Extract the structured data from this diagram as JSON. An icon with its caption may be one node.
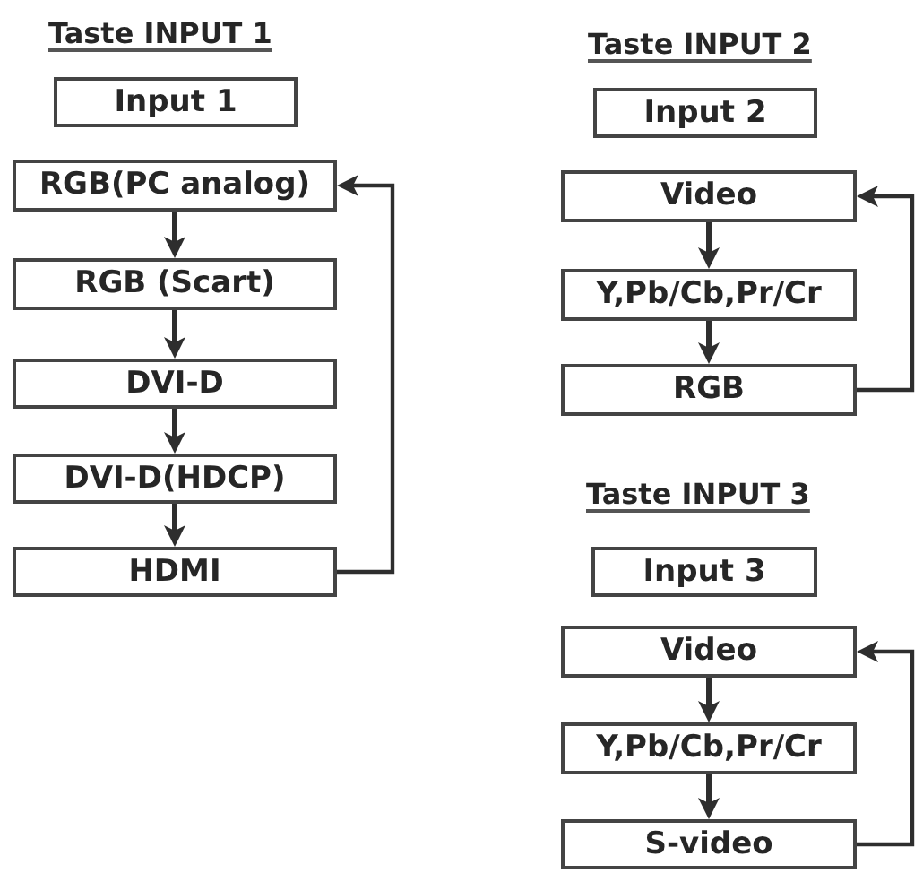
{
  "diagram": {
    "nodes": [
      {
        "text": [
          "Input 1"
        ]
      },
      {
        "text": [
          "RGB(PC analog)"
        ]
      },
      {
        "text": [
          "RGB (Scart)"
        ]
      },
      {
        "text": [
          "DVI-D"
        ]
      },
      {
        "text": [
          "DVI-D(HDCP)"
        ]
      },
      {
        "text": [
          "HDMI"
        ]
      },
      {
        "text": [
          "Input 2"
        ]
      },
      {
        "text": [
          "Video"
        ]
      },
      {
        "text": [
          "Y,Pb/Cb,Pr/Cr"
        ]
      },
      {
        "text": [
          "RGB"
        ]
      },
      {
        "text": [
          "Input 3"
        ]
      },
      {
        "text": [
          "Video"
        ]
      },
      {
        "text": [
          "Y,Pb/Cb,Pr/Cr"
        ]
      },
      {
        "text": [
          "S-video"
        ]
      }
    ],
    "edges": [
      {
        "from": 1,
        "to": 2,
        "arrow": "to"
      },
      {
        "from": 2,
        "to": 3,
        "arrow": "to"
      },
      {
        "from": 3,
        "to": 4,
        "arrow": "to"
      },
      {
        "from": 4,
        "to": 5,
        "arrow": "to"
      },
      {
        "from": 5,
        "to": 1,
        "arrow": "to"
      },
      {
        "from": 7,
        "to": 8,
        "arrow": "to"
      },
      {
        "from": 8,
        "to": 9,
        "arrow": "to"
      },
      {
        "from": 9,
        "to": 7,
        "arrow": "to"
      },
      {
        "from": 11,
        "to": 12,
        "arrow": "to"
      },
      {
        "from": 12,
        "to": 13,
        "arrow": "to"
      },
      {
        "from": 13,
        "to": 11,
        "arrow": "to"
      }
    ],
    "labels": [
      "Taste INPUT 1",
      "Taste INPUT 2",
      "Taste INPUT 3"
    ]
  }
}
